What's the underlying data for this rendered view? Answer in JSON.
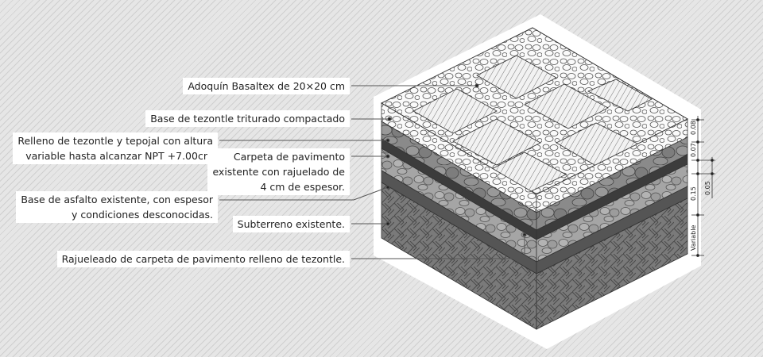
{
  "labels": {
    "adoquin": "Adoquín Basaltex de 20×20 cm",
    "base_tezontle": "Base de tezontle triturado compactado",
    "relleno_1": "Relleno de tezontle y tepojal con altura",
    "relleno_2": "variable hasta alcanzar NPT +7.00cm",
    "carpeta_1": "Carpeta de pavimento",
    "carpeta_2": "existente con rajuelado de",
    "carpeta_3": "4 cm de espesor.",
    "asfalto_1": "Base de asfalto existente, con espesor",
    "asfalto_2": "y condiciones desconocidas.",
    "subterreno": "Subterreno existente.",
    "rajueleado": "Rajueleado de carpeta de pavimento relleno de tezontle."
  },
  "dimensions": {
    "d1": "0.08",
    "d2": "0.07",
    "d3": "0.15",
    "d4": "0.05",
    "d5": "Variable"
  }
}
